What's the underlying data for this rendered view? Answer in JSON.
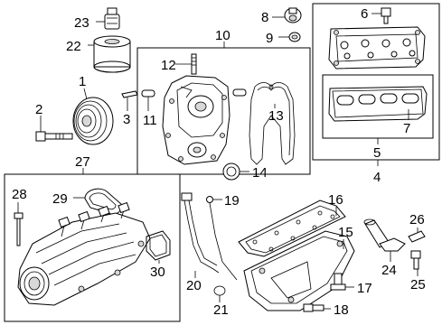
{
  "diagram": {
    "callouts": {
      "c1": "1",
      "c2": "2",
      "c3": "3",
      "c4": "4",
      "c5": "5",
      "c6": "6",
      "c7": "7",
      "c8": "8",
      "c9": "9",
      "c10": "10",
      "c11": "11",
      "c12": "12",
      "c13": "13",
      "c14": "14",
      "c15": "15",
      "c16": "16",
      "c17": "17",
      "c18": "18",
      "c19": "19",
      "c20": "20",
      "c21": "21",
      "c22": "22",
      "c23": "23",
      "c24": "24",
      "c25": "25",
      "c26": "26",
      "c27": "27",
      "c28": "28",
      "c29": "29",
      "c30": "30"
    },
    "parts": [
      {
        "callout": "1",
        "icon": "crankshaft-pulley-icon"
      },
      {
        "callout": "2",
        "icon": "pulley-bolt-icon"
      },
      {
        "callout": "3",
        "icon": "key-icon"
      },
      {
        "callout": "4",
        "icon": "valve-cover-group-icon"
      },
      {
        "callout": "5",
        "icon": "valve-cover-gasket-group-icon"
      },
      {
        "callout": "6",
        "icon": "pcv-valve-icon"
      },
      {
        "callout": "7",
        "icon": "valve-cover-gasket-icon"
      },
      {
        "callout": "8",
        "icon": "oil-filler-cap-icon"
      },
      {
        "callout": "9",
        "icon": "cap-seal-icon"
      },
      {
        "callout": "10",
        "icon": "timing-cover-group-icon"
      },
      {
        "callout": "11",
        "icon": "dowel-pin-icon"
      },
      {
        "callout": "12",
        "icon": "stud-icon"
      },
      {
        "callout": "13",
        "icon": "timing-cover-gasket-icon"
      },
      {
        "callout": "14",
        "icon": "front-seal-icon"
      },
      {
        "callout": "15",
        "icon": "oil-pan-icon"
      },
      {
        "callout": "16",
        "icon": "oil-pan-gasket-icon"
      },
      {
        "callout": "17",
        "icon": "drain-plug-icon"
      },
      {
        "callout": "18",
        "icon": "pan-bolt-icon"
      },
      {
        "callout": "19",
        "icon": "dipstick-icon"
      },
      {
        "callout": "20",
        "icon": "dipstick-tube-icon"
      },
      {
        "callout": "21",
        "icon": "o-ring-icon"
      },
      {
        "callout": "22",
        "icon": "oil-filter-icon"
      },
      {
        "callout": "23",
        "icon": "oil-filter-adapter-icon"
      },
      {
        "callout": "24",
        "icon": "oil-cooler-hose-icon"
      },
      {
        "callout": "25",
        "icon": "hose-bolt-icon"
      },
      {
        "callout": "26",
        "icon": "hose-clip-icon"
      },
      {
        "callout": "27",
        "icon": "intake-manifold-group-icon"
      },
      {
        "callout": "28",
        "icon": "manifold-bolt-icon"
      },
      {
        "callout": "29",
        "icon": "manifold-gasket-icon"
      },
      {
        "callout": "30",
        "icon": "throttle-body-gasket-icon"
      }
    ]
  }
}
